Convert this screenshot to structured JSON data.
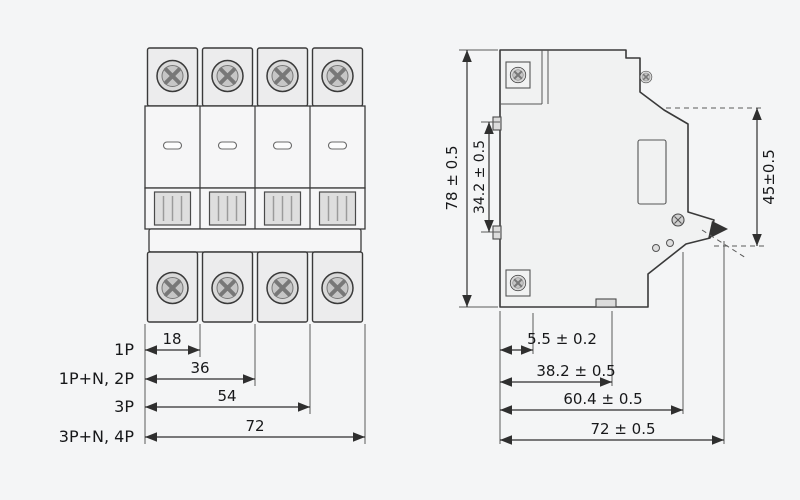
{
  "drawing": {
    "background_color": "#f4f5f6",
    "line_color": "#333333"
  },
  "front_view": {
    "width_dims": [
      {
        "value": "18",
        "pole_label": "1P"
      },
      {
        "value": "36",
        "pole_label": "1P+N, 2P"
      },
      {
        "value": "54",
        "pole_label": "3P"
      },
      {
        "value": "72",
        "pole_label": "3P+N, 4P"
      }
    ]
  },
  "side_view": {
    "dims": {
      "overall_height": "78 ± 0.5",
      "rail_slot_height": "34.2 ± 0.5",
      "front_height": "45±0.5",
      "clip_offset": "5.5 ± 0.2",
      "depth_to_rail": "38.2 ± 0.5",
      "depth_to_face": "60.4 ± 0.5",
      "overall_depth": "72 ± 0.5"
    }
  }
}
